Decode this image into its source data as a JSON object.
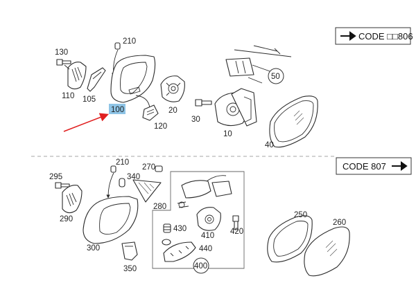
{
  "codes": {
    "top": "CODE □□806",
    "bottom": "CODE  807"
  },
  "highlight": {
    "label": "100",
    "background_color": "#8ec4e6",
    "arrow_color": "#e02020"
  },
  "part_numbers": {
    "p130": "130",
    "p110": "110",
    "p105": "105",
    "p210a": "210",
    "p20": "20",
    "p120": "120",
    "p30": "30",
    "p10": "10",
    "p50": "50",
    "p40": "40",
    "p295": "295",
    "p290": "290",
    "p210b": "210",
    "p340": "340",
    "p270": "270",
    "p280": "280",
    "p300": "300",
    "p350": "350",
    "p430": "430",
    "p410": "410",
    "p420": "420",
    "p440": "440",
    "p400": "400",
    "p250": "250",
    "p260": "260"
  }
}
